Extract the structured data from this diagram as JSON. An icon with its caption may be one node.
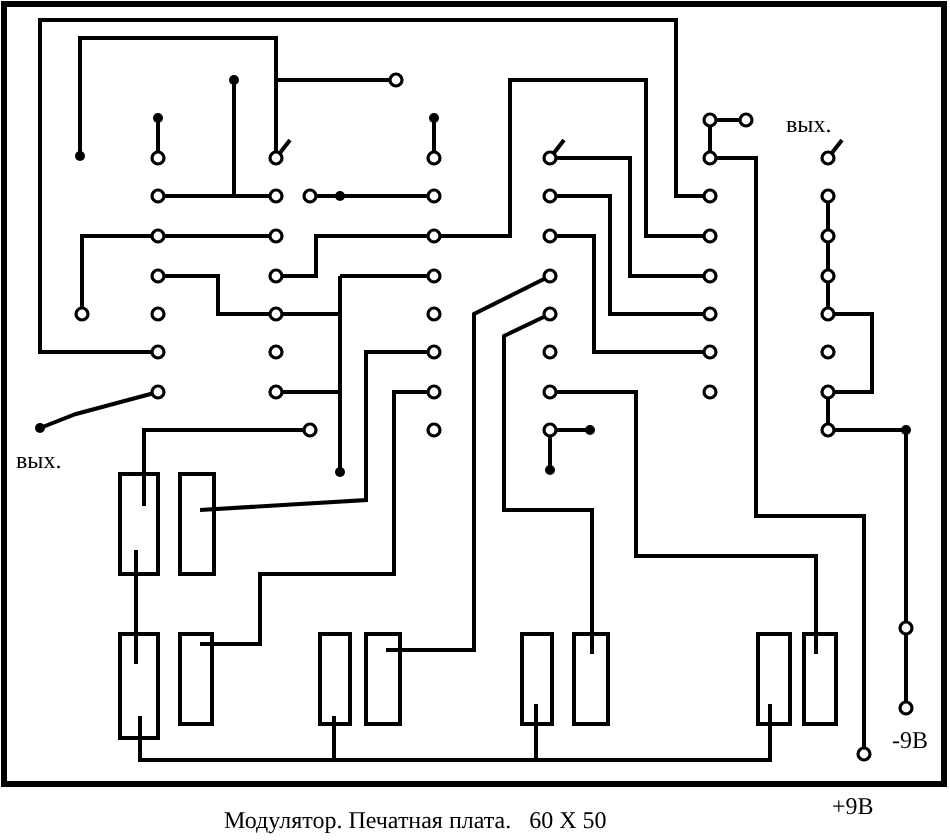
{
  "diagram": {
    "caption": "Модулятор. Печатная плата.   60 X 50",
    "labels": [
      "вых.",
      "вых.",
      "-9В",
      "+9В"
    ]
  }
}
